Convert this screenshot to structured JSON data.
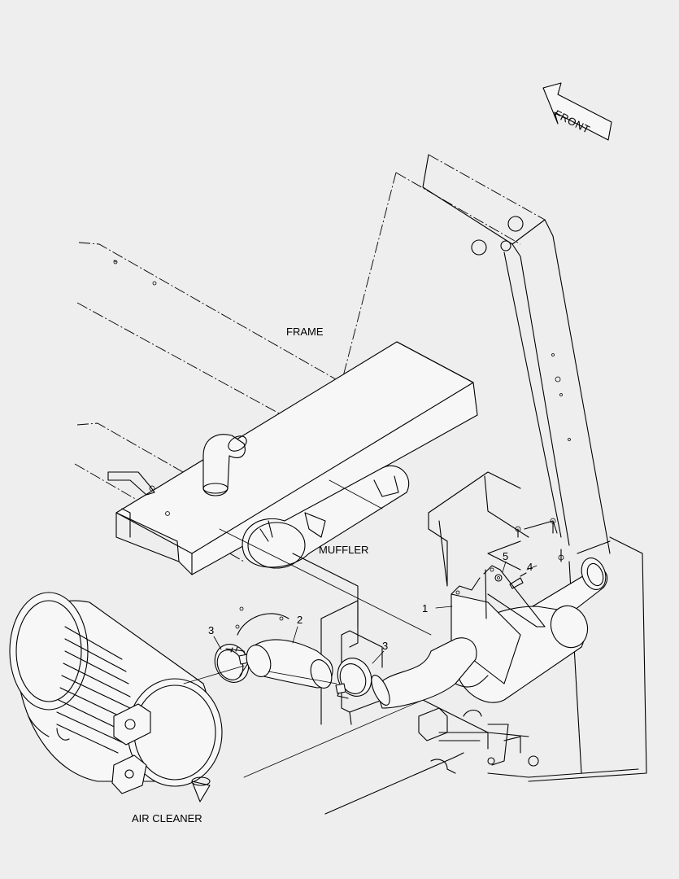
{
  "labels": {
    "frame": "FRAME",
    "muffler": "MUFFLER",
    "air_cleaner": "AIR CLEANER",
    "front": "FRONT"
  },
  "callouts": {
    "c1": "1",
    "c2": "2",
    "c3a": "3",
    "c3b": "3",
    "c4": "4",
    "c5": "5"
  },
  "icons": {
    "front_arrow": "front-direction-arrow-icon"
  },
  "colors": {
    "background": "#eeeeee",
    "line": "#000000"
  }
}
